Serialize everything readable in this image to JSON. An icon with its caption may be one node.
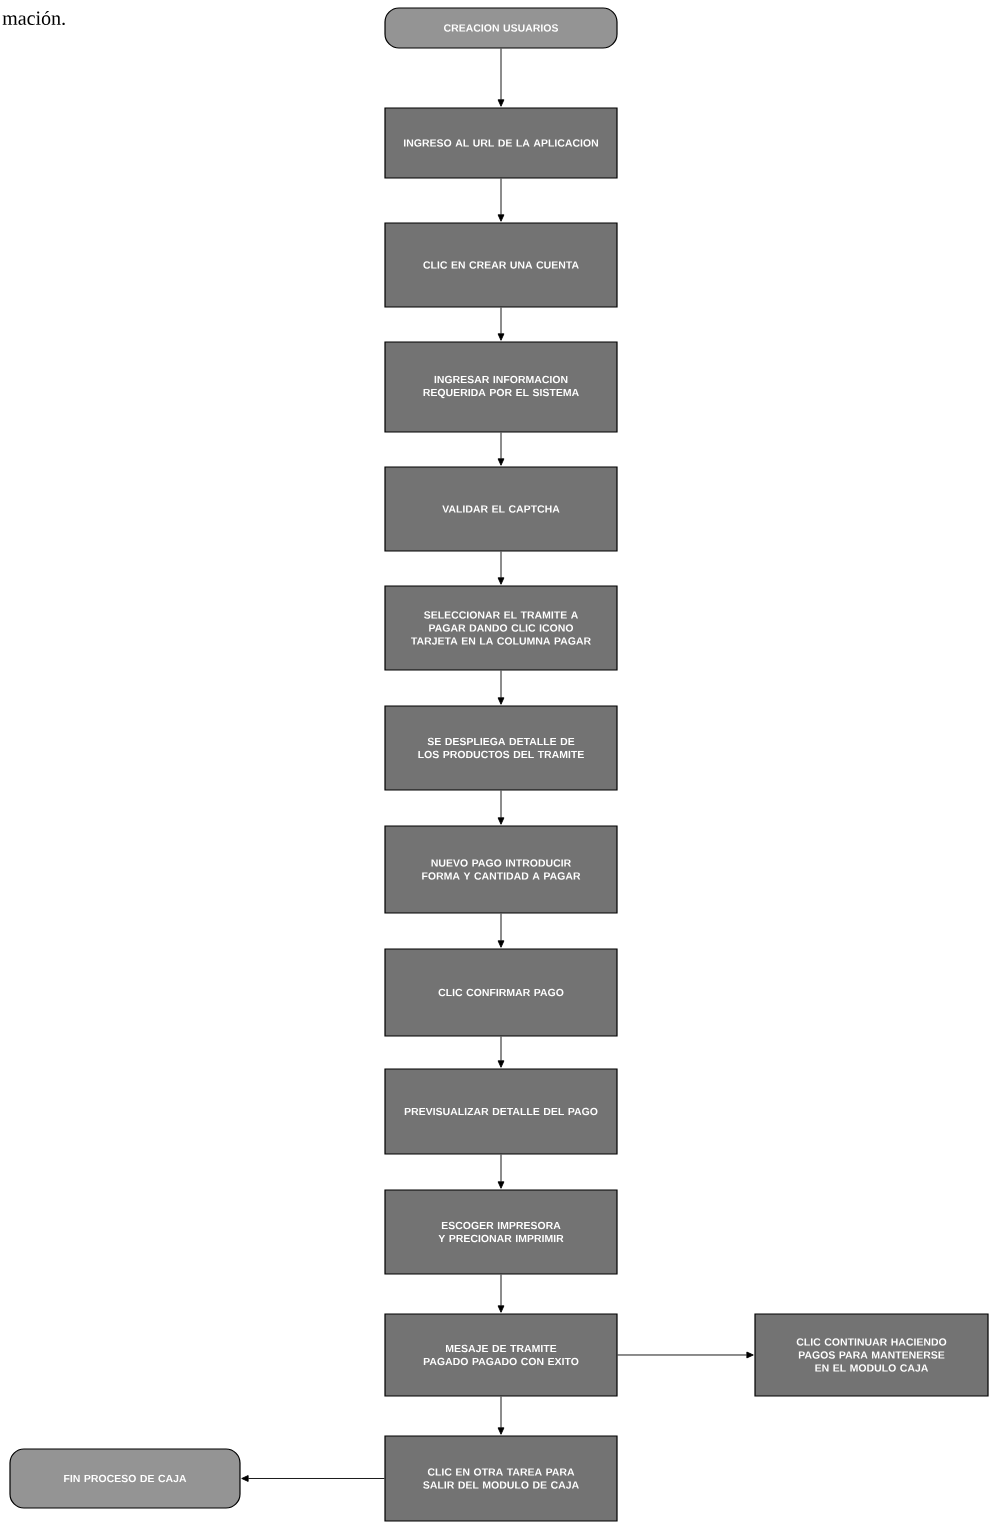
{
  "diagram": {
    "nodes": [
      {
        "text": [
          "CREACION USUARIOS"
        ]
      },
      {
        "text": [
          "INGRESO AL URL DE LA APLICACION"
        ]
      },
      {
        "text": [
          "CLIC EN CREAR UNA CUENTA"
        ]
      },
      {
        "text": [
          "INGRESAR INFORMACION REQUERIDA POR EL SISTEMA"
        ]
      },
      {
        "text": [
          "VALIDAR EL CAPTCHA"
        ]
      },
      {
        "text": [
          "SELECCIONAR EL TRAMITE A PAGAR DANDO CLIC ICONO TARJETA EN LA COLUMNA PAGAR"
        ]
      },
      {
        "text": [
          "SE DESPLIEGA DETALLE DE LOS PRODUCTOS DEL TRAMITE"
        ]
      },
      {
        "text": [
          "NUEVO PAGO INTRODUCIR FORMA Y CANTIDAD A PAGAR"
        ]
      },
      {
        "text": [
          "CLIC CONFIRMAR PAGO"
        ]
      },
      {
        "text": [
          "PREVISUALIZAR DETALLE DEL PAGO"
        ]
      },
      {
        "text": [
          "ESCOGER IMPRESORA Y PRECIONAR IMPRIMIR"
        ]
      },
      {
        "text": [
          "MESAJE DE TRAMITE PAGADO PAGADO CON EXITO"
        ]
      },
      {
        "text": [
          "CLIC CONTINUAR HACIENDO PAGOS PARA MANTENERSE EN EL MODULO CAJA"
        ]
      },
      {
        "text": [
          "CLIC EN OTRA TAREA PARA SALIR DEL MODULO DE CAJA"
        ]
      },
      {
        "text": [
          "FIN PROCESO DE CAJA"
        ]
      }
    ],
    "edges": [
      {
        "from": 0,
        "to": 1,
        "arrow": "to"
      },
      {
        "from": 1,
        "to": 2,
        "arrow": "to"
      },
      {
        "from": 2,
        "to": 3,
        "arrow": "to"
      },
      {
        "from": 3,
        "to": 4,
        "arrow": "to"
      },
      {
        "from": 4,
        "to": 5,
        "arrow": "to"
      },
      {
        "from": 5,
        "to": 6,
        "arrow": "to"
      },
      {
        "from": 6,
        "to": 7,
        "arrow": "to"
      },
      {
        "from": 7,
        "to": 8,
        "arrow": "to"
      },
      {
        "from": 8,
        "to": 9,
        "arrow": "to"
      },
      {
        "from": 9,
        "to": 10,
        "arrow": "to"
      },
      {
        "from": 10,
        "to": 11,
        "arrow": "to"
      },
      {
        "from": 11,
        "to": 12,
        "arrow": "to"
      },
      {
        "from": 11,
        "to": 13,
        "arrow": "to"
      },
      {
        "from": 13,
        "to": 14,
        "arrow": "to"
      }
    ],
    "labels": [
      "mación."
    ]
  }
}
